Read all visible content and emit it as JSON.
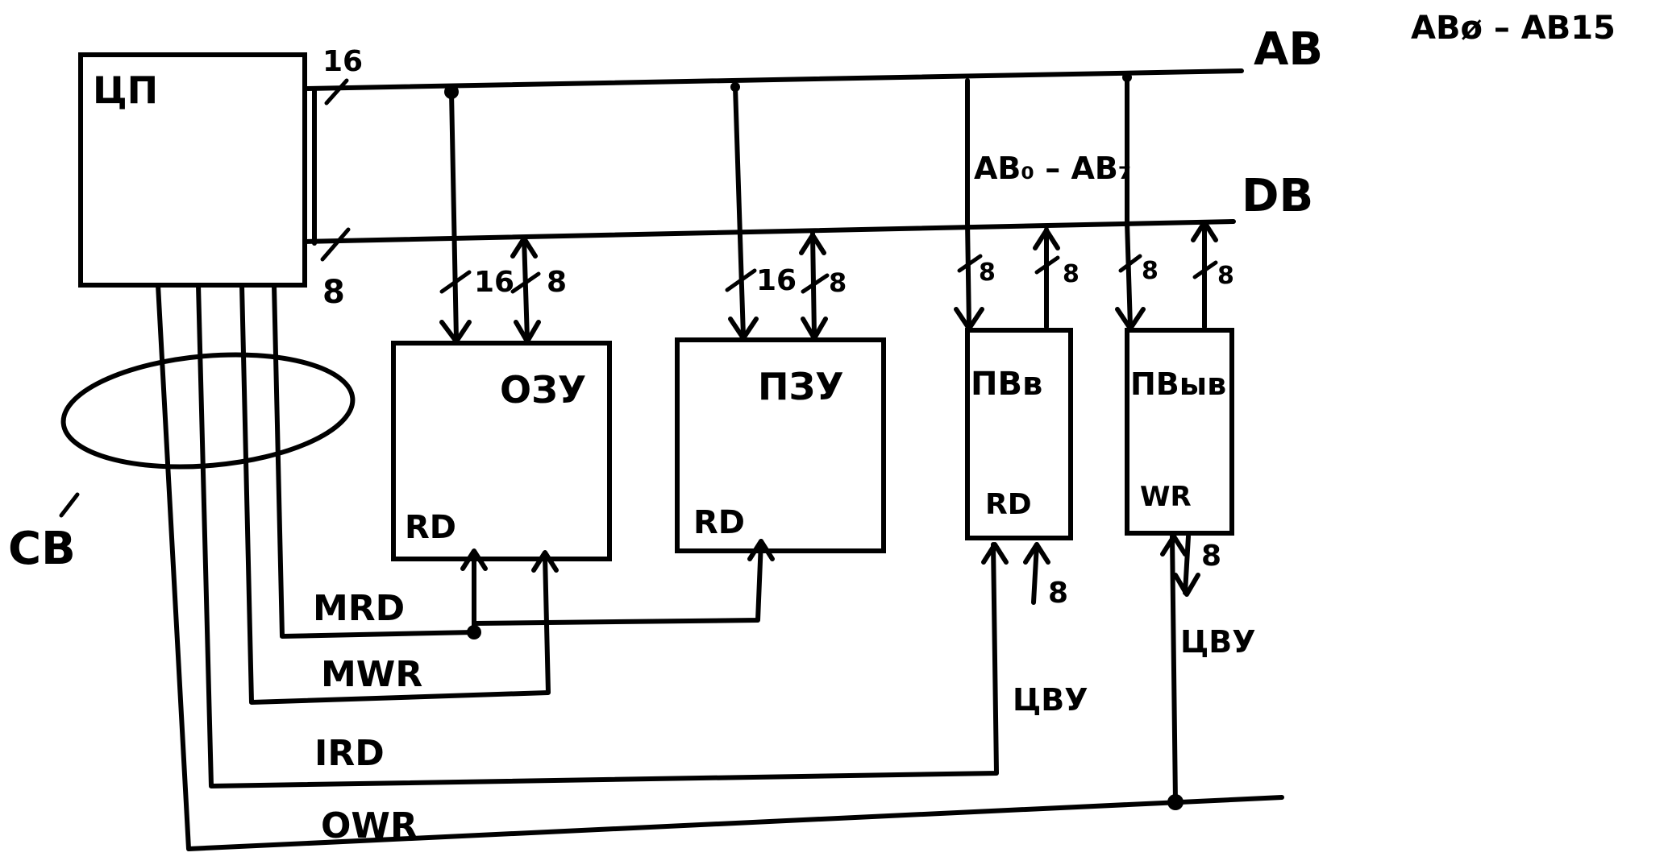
{
  "note": "ABø – AB15",
  "buses": {
    "address": "AB",
    "data": "DB"
  },
  "bus_widths": {
    "address": "16",
    "data": "8"
  },
  "blocks": {
    "cpu": {
      "title": "ЦП"
    },
    "ram": {
      "title": "ОЗУ",
      "pin": "RD",
      "addr_width": "16",
      "data_width": "8"
    },
    "rom": {
      "title": "ПЗУ",
      "pin": "RD",
      "addr_width": "16",
      "data_width": "8"
    },
    "input_port": {
      "title": "ПВв",
      "pin": "RD",
      "addr_width": "8",
      "data_width": "8",
      "ext_width": "8",
      "ext_device": "ЦВУ"
    },
    "output_port": {
      "title": "ПВыв",
      "pin": "WR",
      "addr_width": "8",
      "data_width": "8",
      "ext_width": "8",
      "ext_device": "ЦВУ"
    }
  },
  "port_address_label": "AB₀ – AB₇",
  "control_bus": "CB",
  "control_signals": [
    "MRD",
    "MWR",
    "IRD",
    "OWR"
  ]
}
